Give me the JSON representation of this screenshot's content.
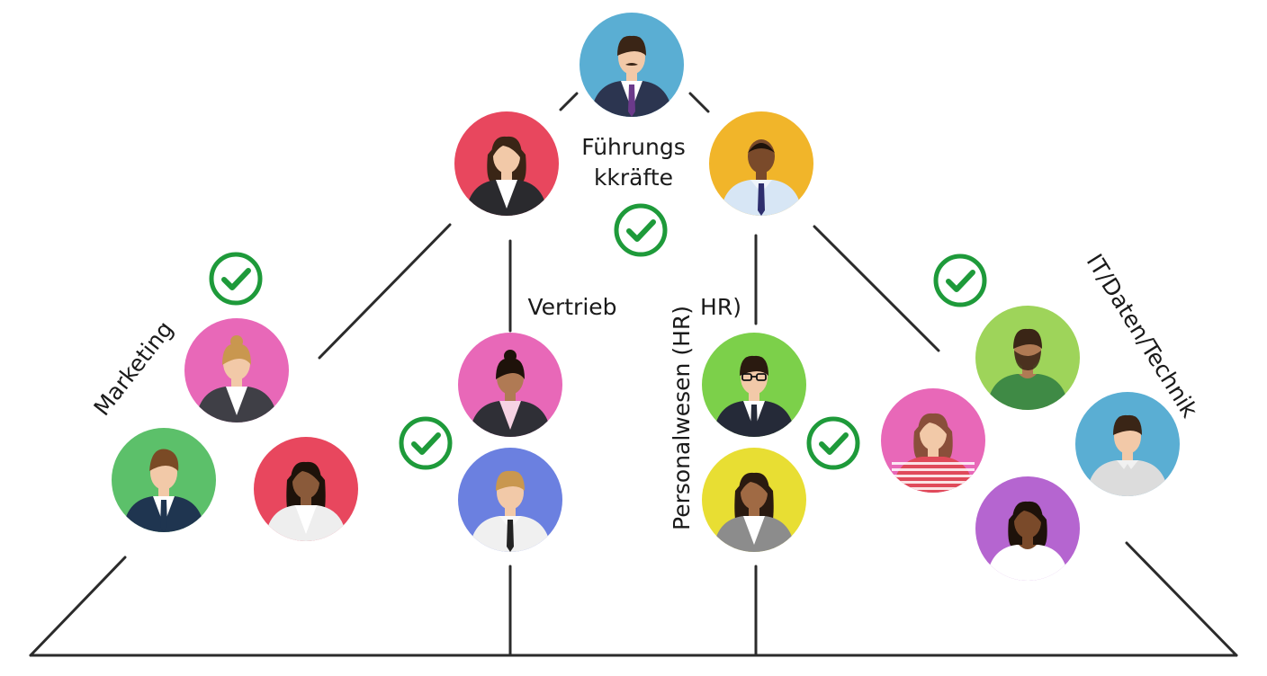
{
  "diagram": {
    "groups": {
      "leadership": {
        "label_line1": "Führungs",
        "label_line2": "kkräfte",
        "checked": true,
        "people": [
          {
            "id": "ceo",
            "bg": "#5aaed3",
            "skin": "#f2c9a8",
            "hair": "#3a2516",
            "hairStyle": "short",
            "attire": "suit",
            "jacket": "#2c3550",
            "shirt": "#ffffff",
            "tie": "#6b3a8a",
            "mustache": true
          },
          {
            "id": "exec-left",
            "bg": "#e8475e",
            "skin": "#f2c9a8",
            "hair": "#3a2516",
            "hairStyle": "bob",
            "attire": "blazer",
            "jacket": "#2a2a2e",
            "shirt": "#ffffff",
            "tie": null
          },
          {
            "id": "exec-right",
            "bg": "#f1b52a",
            "skin": "#7a4a2a",
            "hair": "#1e120a",
            "hairStyle": "buzz",
            "attire": "shirt-tie",
            "jacket": "#d7e6f5",
            "shirt": "#d7e6f5",
            "tie": "#2e2f6e"
          }
        ]
      },
      "marketing": {
        "label": "Marketing",
        "checked": true,
        "people": [
          {
            "id": "mkt-1",
            "bg": "#e868b8",
            "skin": "#f2c9a8",
            "hair": "#c9974f",
            "hairStyle": "bun",
            "attire": "blazer",
            "jacket": "#3f3f46",
            "shirt": "#ffffff",
            "tie": null
          },
          {
            "id": "mkt-2",
            "bg": "#5cc06a",
            "skin": "#f2c9a8",
            "hair": "#7a4a25",
            "hairStyle": "quiff",
            "attire": "suit",
            "jacket": "#1f3550",
            "shirt": "#ffffff",
            "tie": "#1f3550"
          },
          {
            "id": "mkt-3",
            "bg": "#e8475e",
            "skin": "#8a5a3a",
            "hair": "#1e120a",
            "hairStyle": "long",
            "attire": "blazer",
            "jacket": "#eeeeee",
            "shirt": "#ffffff",
            "tie": null
          }
        ]
      },
      "sales": {
        "label": "Vertrieb",
        "checked": true,
        "people": [
          {
            "id": "sales-1",
            "bg": "#e868b8",
            "skin": "#b07a54",
            "hair": "#1e120a",
            "hairStyle": "bun",
            "attire": "blazer",
            "jacket": "#2f2f36",
            "shirt": "#f6d3e3",
            "tie": null
          },
          {
            "id": "sales-2",
            "bg": "#6b80e0",
            "skin": "#f2c9a8",
            "hair": "#c9974f",
            "hairStyle": "short",
            "attire": "shirt-tie",
            "jacket": "#f0f0f0",
            "shirt": "#f0f0f0",
            "tie": "#222222"
          }
        ]
      },
      "hr": {
        "label": "Personalwesen (HR)",
        "label_extra": "HR)",
        "checked": true,
        "people": [
          {
            "id": "hr-1",
            "bg": "#7cd04a",
            "skin": "#f2c9a8",
            "hair": "#2a1a10",
            "hairStyle": "short",
            "attire": "suit",
            "jacket": "#252a38",
            "shirt": "#ffffff",
            "tie": "#252a38",
            "glasses": true
          },
          {
            "id": "hr-2",
            "bg": "#e8de33",
            "skin": "#a06a44",
            "hair": "#2a1a10",
            "hairStyle": "curly",
            "attire": "blazer",
            "jacket": "#8c8c8c",
            "shirt": "#ffffff",
            "tie": null
          }
        ]
      },
      "it": {
        "label": "IT/Daten/Technik",
        "checked": true,
        "people": [
          {
            "id": "it-1",
            "bg": "#9ed45a",
            "skin": "#b07a54",
            "hair": "#3a2516",
            "hairStyle": "short",
            "attire": "tee",
            "jacket": "#3f8a45",
            "shirt": "#3f8a45",
            "tie": null,
            "beard": true
          },
          {
            "id": "it-2",
            "bg": "#e868b8",
            "skin": "#f2c9a8",
            "hair": "#8a4f3a",
            "hairStyle": "bob",
            "attire": "stripe",
            "jacket": "#e04a5a",
            "shirt": "#ffffff",
            "tie": null
          },
          {
            "id": "it-3",
            "bg": "#5aaed3",
            "skin": "#f2c9a8",
            "hair": "#3a2516",
            "hairStyle": "short",
            "attire": "polo",
            "jacket": "#dcdcdc",
            "shirt": "#dcdcdc",
            "tie": null
          },
          {
            "id": "it-4",
            "bg": "#b565d0",
            "skin": "#7a4a2a",
            "hair": "#1e120a",
            "hairStyle": "bob",
            "attire": "tee",
            "jacket": "#ffffff",
            "shirt": "#ffffff",
            "tie": null
          }
        ]
      }
    },
    "colors": {
      "line": "#2b2b2b",
      "check": "#1e9a3a"
    }
  }
}
